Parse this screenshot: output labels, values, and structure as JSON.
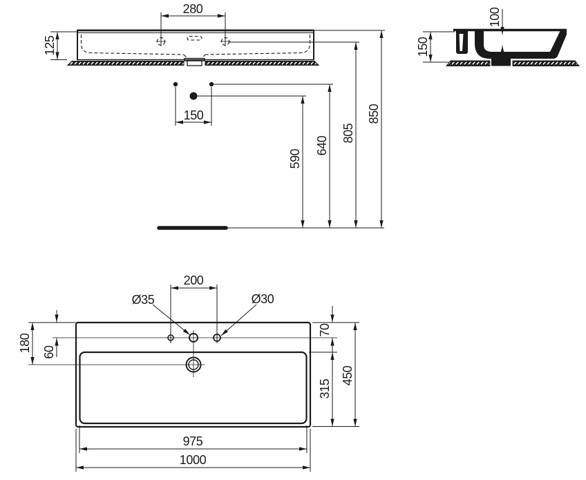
{
  "colors": {
    "ink": "#1a1a1a",
    "background": "#ffffff"
  },
  "front_view": {
    "dims": {
      "d280": "280",
      "d125": "125",
      "d150": "150",
      "d590": "590",
      "d640": "640",
      "d805": "805",
      "d850": "850"
    }
  },
  "side_view": {
    "dims": {
      "d150": "150",
      "d100": "100"
    }
  },
  "plan_view": {
    "dims": {
      "d200": "200",
      "d35": "Ø35",
      "d30": "Ø30",
      "d60": "60",
      "d180": "180",
      "d70": "70",
      "d315": "315",
      "d450": "450",
      "d975": "975",
      "d1000": "1000"
    }
  }
}
